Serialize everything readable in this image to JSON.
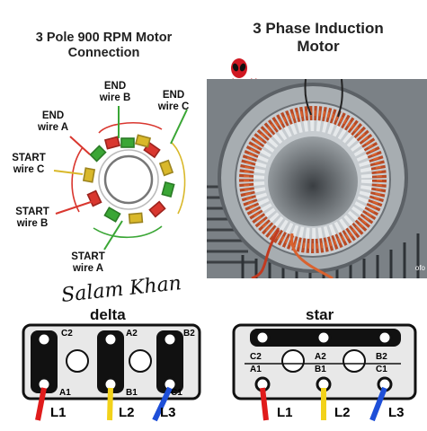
{
  "left_title": {
    "line1": "3 Pole 900 RPM Motor",
    "line2": "Connection"
  },
  "right_title": {
    "line1": "3 Phase Induction",
    "line2": "Motor"
  },
  "watermark": "salam_khan",
  "photo_credit": "ofo",
  "winding_labels": {
    "end_b": {
      "line1": "END",
      "line2": "wire B"
    },
    "end_c": {
      "line1": "END",
      "line2": "wire C"
    },
    "end_a": {
      "line1": "END",
      "line2": "wire A"
    },
    "start_c": {
      "line1": "START",
      "line2": "wire C"
    },
    "start_b": {
      "line1": "START",
      "line2": "wire B"
    },
    "start_a": {
      "line1": "START",
      "line2": "wire A"
    }
  },
  "signature": "Salam Khan",
  "delta": {
    "label": "delta",
    "top_terminals": [
      "C2",
      "A2",
      "B2"
    ],
    "bottom_terminals": [
      "A1",
      "B1",
      "C1"
    ],
    "lines": [
      "L1",
      "L2",
      "L3"
    ]
  },
  "star": {
    "label": "star",
    "top_terminals": [
      "C2",
      "A2",
      "B2"
    ],
    "bottom_terminals": [
      "A1",
      "B1",
      "C1"
    ],
    "lines": [
      "L1",
      "L2",
      "L3"
    ]
  },
  "colors": {
    "l1": "#e01b1b",
    "l2": "#f2d21a",
    "l3": "#1e4fd8",
    "copper": "#c9512b",
    "coil_green": "#3aa635",
    "coil_red": "#d9372f",
    "coil_yellow": "#d9b82a"
  }
}
